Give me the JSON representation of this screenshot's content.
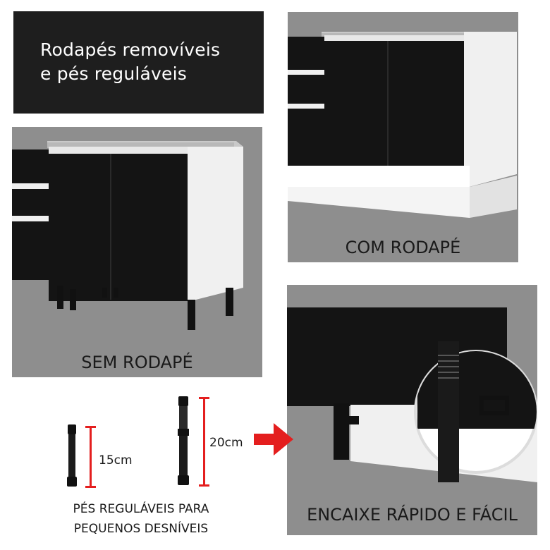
{
  "header": {
    "line1": "Rodapés removíveis",
    "line2": "e pés reguláveis"
  },
  "panels": {
    "com_rodape": {
      "caption": "COM RODAPÉ"
    },
    "sem_rodape": {
      "caption": "SEM RODAPÉ"
    },
    "encaixe": {
      "caption": "ENCAIXE RÁPIDO E FÁCIL"
    }
  },
  "feet": {
    "small_label": "15cm",
    "large_label": "20cm",
    "caption_line1": "PÉS REGULÁVEIS PARA",
    "caption_line2": "PEQUENOS DESNÍVEIS"
  },
  "colors": {
    "panel_bg": "#8e8e8e",
    "cabinet_black": "#141414",
    "cabinet_white": "#f2f2f2",
    "marker_red": "#e41e1e"
  }
}
